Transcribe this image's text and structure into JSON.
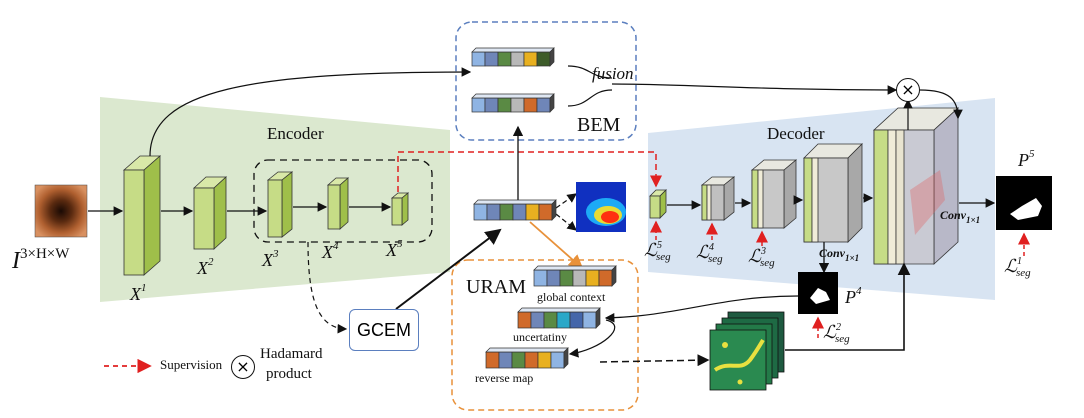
{
  "labels": {
    "encoder": "Encoder",
    "decoder": "Decoder",
    "bem": "BEM",
    "uram": "URAM",
    "gcem": "GCEM",
    "fusion": "fusion",
    "global_context": "global context",
    "uncertainty": "uncertatiny",
    "reverse_map": "reverse map",
    "conv": "Conv",
    "conv_sub": "1×1",
    "input_base": "I",
    "input_sup": "3×H×W",
    "x_base": "X",
    "x_sups": [
      "1",
      "2",
      "3",
      "4",
      "5"
    ],
    "p_base": "P",
    "p4_sup": "4",
    "p5_sup": "5",
    "loss_base": "ℒ",
    "loss_sub": "seg",
    "loss_sups": [
      "5",
      "4",
      "3",
      "2",
      "1"
    ],
    "legend_supervision": "Supervision",
    "legend_hadamard_line1": "Hadamard",
    "legend_hadamard_line2": "product",
    "hadamard_symbol": "×"
  },
  "colors": {
    "encoder_bg": "#dbe8cf",
    "decoder_bg": "#d8e4f2",
    "block_front": "#c6dc86",
    "block_side": "#9fbf4a",
    "block_top": "#d9e8a8",
    "supervision": "#e02020",
    "bem_border": "#5b7fbf",
    "uram_border": "#e8913a",
    "arrow": "#111111"
  },
  "token_colors": [
    "#8fb4e3",
    "#6f86b8",
    "#5a8a44",
    "#b8b8b8",
    "#e8b020",
    "#3d5c2a",
    "#d06a2a",
    "#2aa8c8",
    "#4466aa"
  ]
}
